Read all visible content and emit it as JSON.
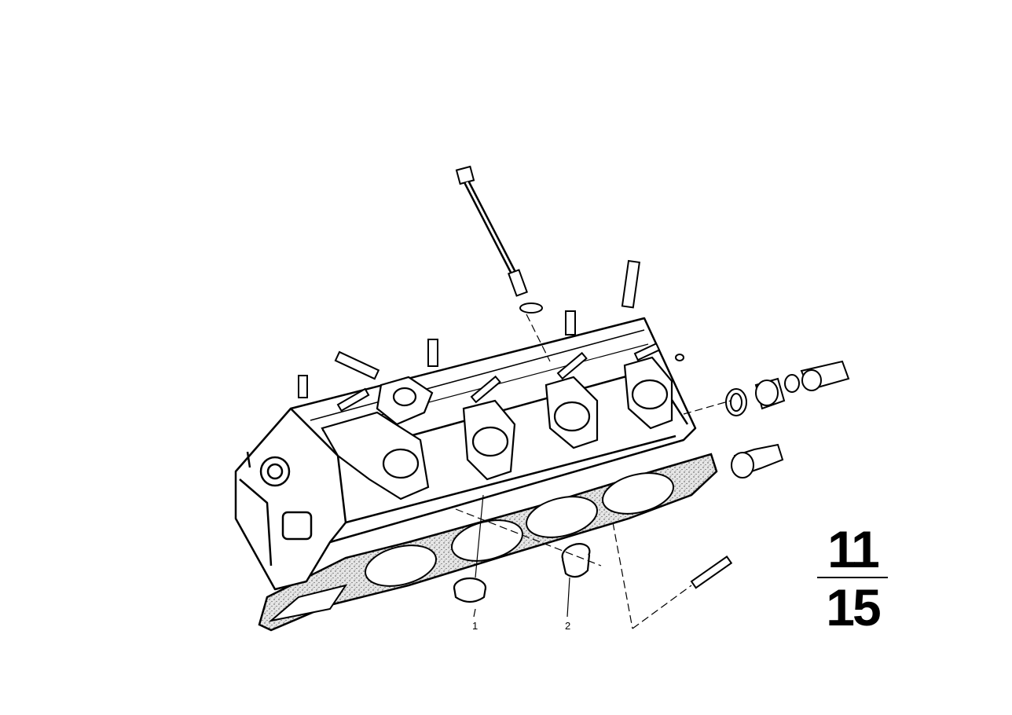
{
  "diagram": {
    "callouts": [
      {
        "id": "1",
        "label": "1"
      },
      {
        "id": "2",
        "label": "2"
      }
    ],
    "group_code": {
      "numerator": "11",
      "denominator": "15"
    }
  },
  "colors": {
    "line": "#000000",
    "background": "#ffffff",
    "gasket_fill": "#d8d8d8"
  }
}
